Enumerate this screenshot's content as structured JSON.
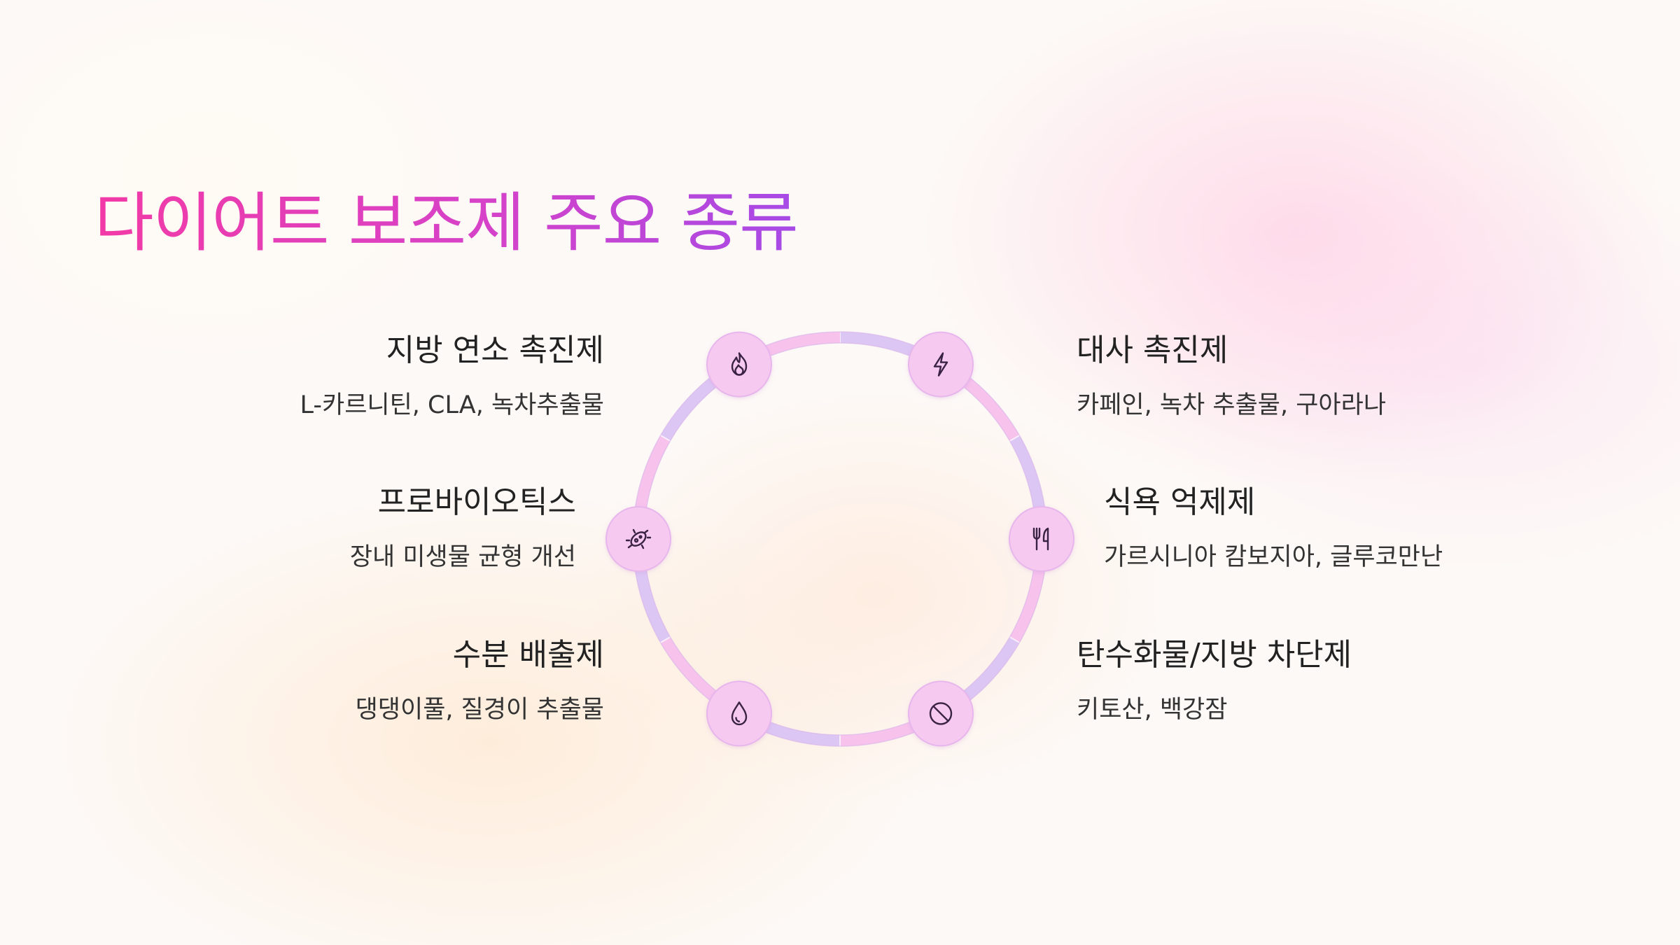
{
  "title": "다이어트 보조제 주요 종류",
  "colors": {
    "title_start": "#f23aa6",
    "title_end": "#a64ae6",
    "node_fill": "#f6c9f0",
    "ring_pink": "#f7c2ec",
    "ring_lavender": "#dcc6f4",
    "icon_stroke": "#3a2244"
  },
  "items": [
    {
      "side": "left",
      "title": "지방 연소 촉진제",
      "desc": "L-카르니틴, CLA, 녹차추출물",
      "icon": "flame-icon"
    },
    {
      "side": "right",
      "title": "대사 촉진제",
      "desc": "카페인, 녹차 추출물, 구아라나",
      "icon": "lightning-icon"
    },
    {
      "side": "left",
      "title": "프로바이오틱스",
      "desc": "장내 미생물 균형 개선",
      "icon": "microbe-icon"
    },
    {
      "side": "right",
      "title": "식욕 억제제",
      "desc": "가르시니아 캄보지아, 글루코만난",
      "icon": "utensils-icon"
    },
    {
      "side": "left",
      "title": "수분 배출제",
      "desc": "댕댕이풀, 질경이 추출물",
      "icon": "droplet-icon"
    },
    {
      "side": "right",
      "title": "탄수화물/지방 차단제",
      "desc": "키토산, 백강잠",
      "icon": "ban-icon"
    }
  ]
}
